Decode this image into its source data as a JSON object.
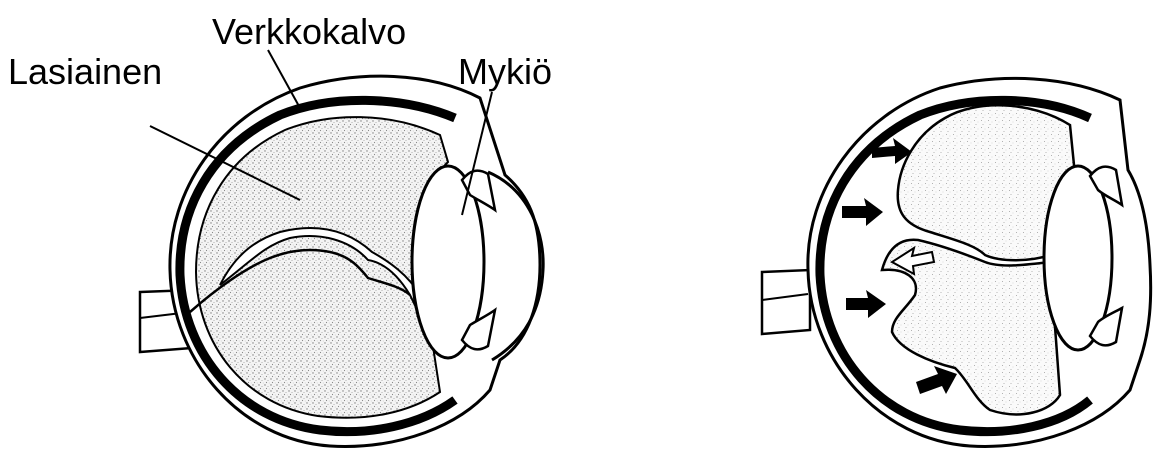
{
  "labels": {
    "vitreous": "Lasiainen",
    "retina": "Verkkokalvo",
    "lens": "Mykiö"
  },
  "colors": {
    "ink": "#000000",
    "paper": "#ffffff",
    "stipple": "#9a9a9a"
  }
}
